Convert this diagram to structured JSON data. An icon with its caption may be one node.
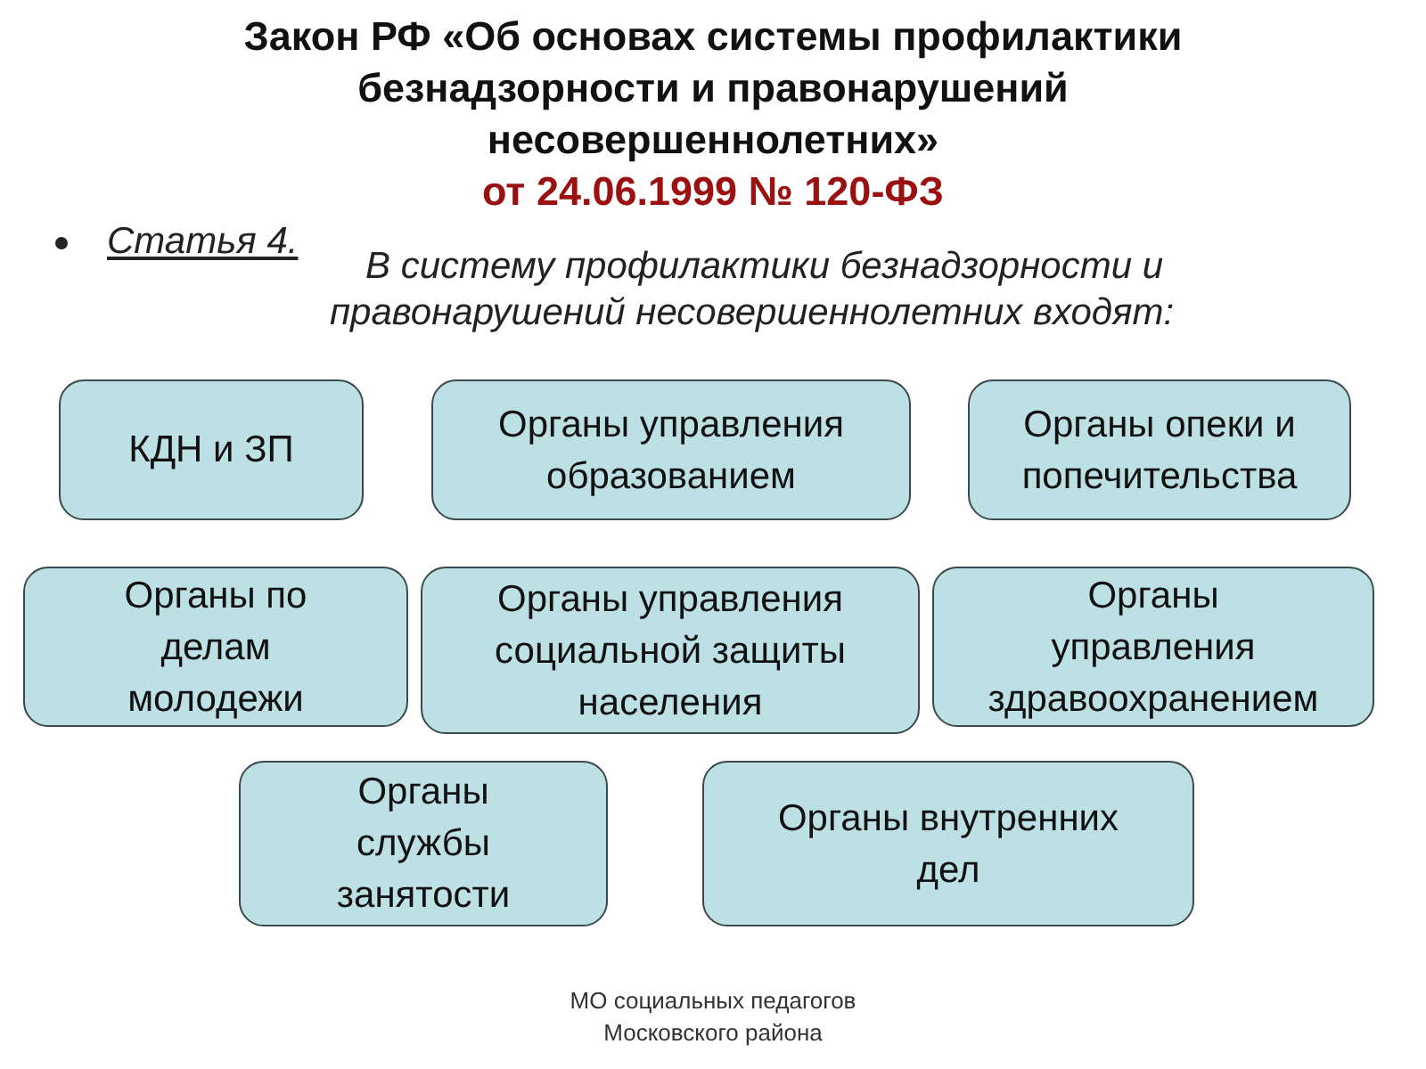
{
  "diagram": {
    "title": "Закон РФ «Об основах системы профилактики безнадзорности и правонарушений несовершеннолетних»",
    "nodes": [
      {
        "text": [
          "КДН и ЗП"
        ]
      },
      {
        "text": [
          "Органы управления образованием"
        ]
      },
      {
        "text": [
          "Органы опеки и попечительства"
        ]
      },
      {
        "text": [
          "Органы по делам молодежи"
        ]
      },
      {
        "text": [
          "Органы управления социальной защиты населения"
        ]
      },
      {
        "text": [
          "Органы управления здравоохранением"
        ]
      },
      {
        "text": [
          "Органы службы занятости"
        ]
      },
      {
        "text": [
          "Органы внутренних дел"
        ]
      }
    ],
    "labels": [
      "от 24.06.1999 № 120-ФЗ",
      "Статья 4.",
      "В систему профилактики безнадзорности и правонарушений несовершеннолетних входят:",
      "МО социальных педагогов Московского района"
    ]
  }
}
